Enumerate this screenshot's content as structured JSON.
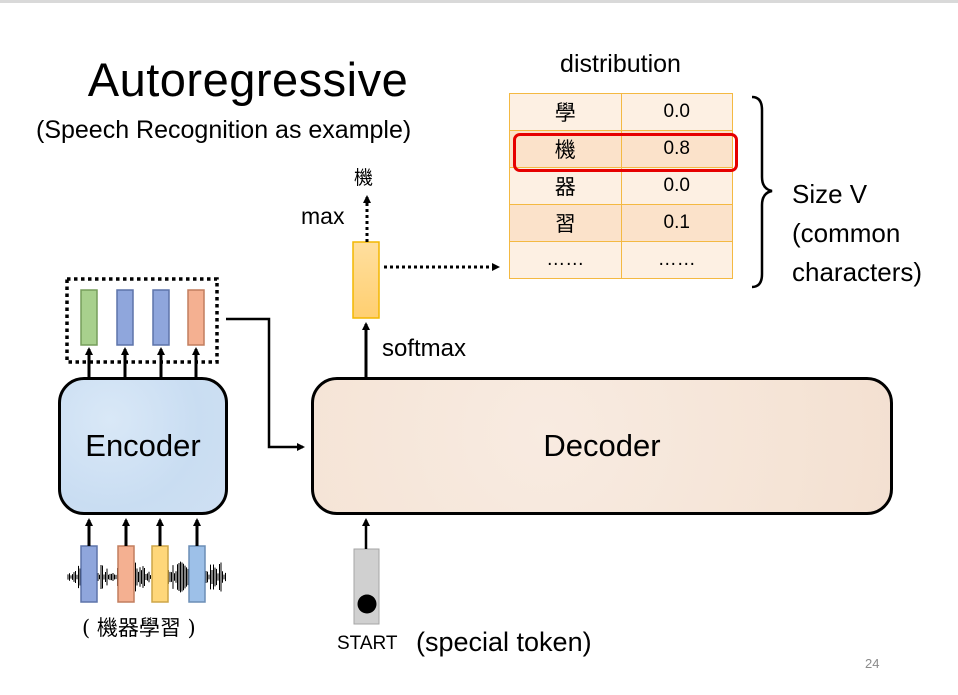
{
  "slide": {
    "title": "Autoregressive",
    "subtitle": "(Speech Recognition as example)",
    "page_number": "24"
  },
  "distribution": {
    "label": "distribution",
    "rows": [
      {
        "char": "學",
        "prob": "0.0",
        "highlighted": false
      },
      {
        "char": "機",
        "prob": "0.8",
        "highlighted": true
      },
      {
        "char": "器",
        "prob": "0.0",
        "highlighted": false
      },
      {
        "char": "習",
        "prob": "0.1",
        "highlighted": false
      },
      {
        "char": "……",
        "prob": "……",
        "highlighted": false
      }
    ],
    "brace_label_lines": [
      "Size V",
      "(common",
      "characters)"
    ]
  },
  "encoder": {
    "label": "Encoder",
    "input_caption": "( 機器學習 )",
    "input_vector_colors": [
      "#8fa6dc",
      "#f4b091",
      "#ffd77a",
      "#9dc0e8"
    ],
    "output_vector_colors": [
      "#a8d08d",
      "#8fa6dc",
      "#8fa6dc",
      "#f4b091"
    ]
  },
  "decoder": {
    "label": "Decoder",
    "softmax_label": "softmax",
    "max_label": "max",
    "output_char": "機",
    "start_token_label": "START",
    "start_token_note": "(special token)",
    "output_vector_color": "#ffd98f"
  },
  "colors": {
    "highlight": "#e60000",
    "table_border": "#f4b942",
    "encoder_fill": "#cfe0f3",
    "decoder_fill": "#f5e4d6"
  }
}
